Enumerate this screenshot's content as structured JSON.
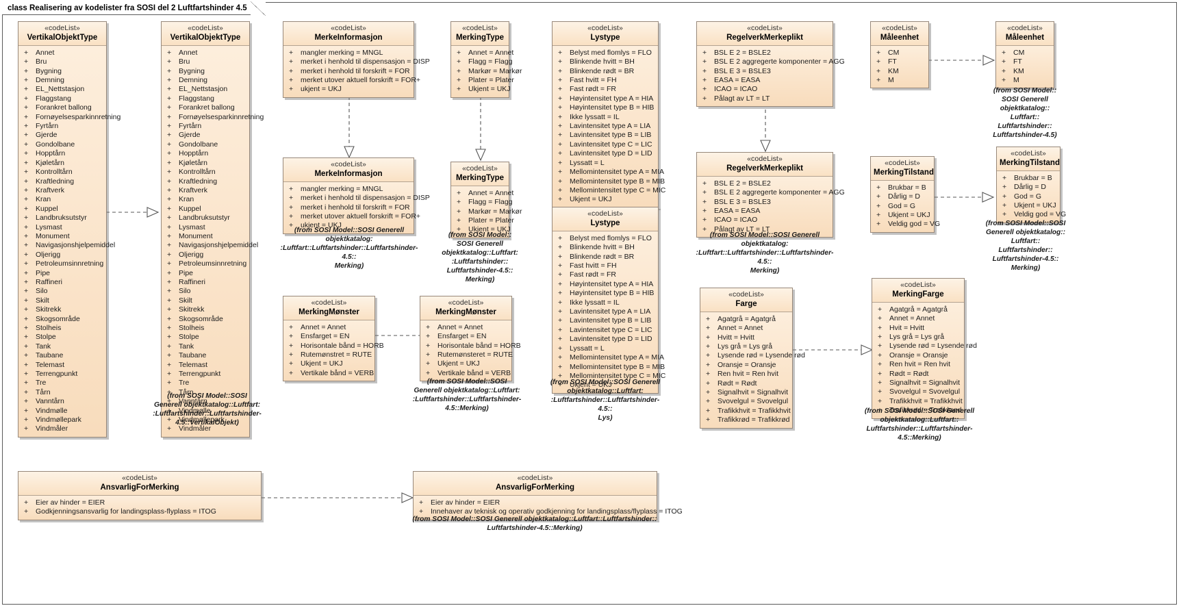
{
  "diagram": {
    "frame_label": "class Realisering av kodelister fra SOSI del 2 Luftfartshinder 4.5",
    "stereotype": "«codeList»",
    "colors": {
      "fill": "#fbe4c8",
      "header": "#fae1c4",
      "border": "#97887a",
      "connector": "#555555"
    }
  },
  "classes": {
    "vertikalobjekttype_left": {
      "stereotype": "«codeList»",
      "name": "VertikalObjektType",
      "attrs": [
        "Annet",
        "Bru",
        "Bygning",
        "Demning",
        "EL_Nettstasjon",
        "Flaggstang",
        "Forankret ballong",
        "Fornøyelsesparkinnretning",
        "Fyrtårn",
        "Gjerde",
        "Gondolbane",
        "Hopptårn",
        "Kjøletårn",
        "Kontrolltårn",
        "Kraftledning",
        "Kraftverk",
        "Kran",
        "Kuppel",
        "Landbruksutstyr",
        "Lysmast",
        "Monument",
        "Navigasjonshjelpemiddel",
        "Oljerigg",
        "Petroleumsinnretning",
        "Pipe",
        "Raffineri",
        "Silo",
        "Skilt",
        "Skitrekk",
        "Skogsområde",
        "Stolheis",
        "Stolpe",
        "Tank",
        "Taubane",
        "Telemast",
        "Terrengpunkt",
        "Tre",
        "Tårn",
        "Vanntårn",
        "Vindmølle",
        "Vindmøllepark",
        "Vindmåler"
      ]
    },
    "vertikalobjekttype_right": {
      "stereotype": "«codeList»",
      "name": "VertikalObjektType",
      "attrs": [
        "Annet",
        "Bru",
        "Bygning",
        "Demning",
        "EL_Nettstasjon",
        "Flaggstang",
        "Forankret ballong",
        "Fornøyelsesparkinnretning",
        "Fyrtårn",
        "Gjerde",
        "Gondolbane",
        "Hopptårn",
        "Kjøletårn",
        "Kontrolltårn",
        "Kraftledning",
        "Kraftverk",
        "Kran",
        "Kuppel",
        "Landbruksutstyr",
        "Lysmast",
        "Monument",
        "Navigasjonshjelpemiddel",
        "Oljerigg",
        "Petroleumsinnretning",
        "Pipe",
        "Raffineri",
        "Silo",
        "Skilt",
        "Skitrekk",
        "Skogsområde",
        "Stolheis",
        "Stolpe",
        "Tank",
        "Taubane",
        "Telemast",
        "Terrengpunkt",
        "Tre",
        "Tårn",
        "Vanntårn",
        "Vindmølle",
        "Vindmøllepark",
        "Vindmåler"
      ],
      "note": "(from SOSI Model::SOSI\nGenerell objektkatalog::Luftfart:\n:Luftfartshinder::Luftfartshinder-\n4.5::VertikalObjekt)"
    },
    "merkeinformasjon_top": {
      "stereotype": "«codeList»",
      "name": "MerkeInformasjon",
      "attrs": [
        "mangler merking = MNGL",
        "merket i henhold til dispensasjon = DISP",
        "merket i henhold til forskrift = FOR",
        "merket utover aktuell forskrift = FOR+",
        "ukjent = UKJ"
      ]
    },
    "merkeinformasjon_bottom": {
      "stereotype": "«codeList»",
      "name": "MerkeInformasjon",
      "attrs": [
        "mangler merking = MNGL",
        "merket i henhold til dispensasjon = DISP",
        "merket i henhold til forskrift = FOR",
        "merket utover aktuell forskrift = FOR+",
        "ukjent = UKJ"
      ],
      "note": "(from SOSI Model::SOSI Generell objektkatalog:\n:Luftfart::Luftfartshinder::Luftfartshinder-4.5::\nMerking)"
    },
    "merkingtype_top": {
      "stereotype": "«codeList»",
      "name": "MerkingType",
      "attrs": [
        "Annet = Annet",
        "Flagg = Flagg",
        "Markør = Markør",
        "Plater = Plater",
        "Ukjent = UKJ"
      ]
    },
    "merkingtype_bottom": {
      "stereotype": "«codeList»",
      "name": "MerkingType",
      "attrs": [
        "Annet = Annet",
        "Flagg = Flagg",
        "Markør = Markør",
        "Plater = Plater",
        "Ukjent = UKJ"
      ],
      "note": "(from SOSI Model::\nSOSI Generell\nobjektkatalog::Luftfart:\n:Luftfartshinder::\nLuftfartshinder-4.5::\nMerking)"
    },
    "lystype_top": {
      "stereotype": "«codeList»",
      "name": "Lystype",
      "attrs": [
        "Belyst med flomlys = FLO",
        "Blinkende hvitt = BH",
        "Blinkende rødt = BR",
        "Fast hvitt = FH",
        "Fast rødt = FR",
        "Høyintensitet type A = HIA",
        "Høyintensitet type B = HIB",
        "Ikke lyssatt = IL",
        "Lavintensitet type A = LIA",
        "Lavintensitet type B = LIB",
        "Lavintensitet type C = LIC",
        "Lavintensitet type D = LID",
        "Lyssatt = L",
        "Mellomintensitet type A = MIA",
        "Mellomintensitet type B = MIB",
        "Mellomintensitet type C = MIC",
        "Ukjent = UKJ"
      ]
    },
    "lystype_bottom": {
      "stereotype": "«codeList»",
      "name": "Lystype",
      "attrs": [
        "Belyst med flomlys = FLO",
        "Blinkende hvitt = BH",
        "Blinkende rødt = BR",
        "Fast hvitt = FH",
        "Fast rødt = FR",
        "Høyintensitet type A = HIA",
        "Høyintensitet type B = HIB",
        "Ikke lyssatt = IL",
        "Lavintensitet type A = LIA",
        "Lavintensitet type B = LIB",
        "Lavintensitet type C = LIC",
        "Lavintensitet type D = LID",
        "Lyssatt = L",
        "Mellomintensitet type A = MIA",
        "Mellomintensitet type B = MIB",
        "Mellomintensitet type C = MIC",
        "Ukjent = UKJ"
      ],
      "note": "(from SOSI Model::SOSI Generell\nobjektkatalog::Luftfart:\n:Luftfartshinder::Luftfartshinder-4.5::\nLys)"
    },
    "regelverkmerkeplikt_top": {
      "stereotype": "«codeList»",
      "name": "RegelverkMerkeplikt",
      "attrs": [
        "BSL E 2 = BSLE2",
        "BSL E 2 aggregerte komponenter = AGG",
        "BSL E 3 = BSLE3",
        "EASA = EASA",
        "ICAO = ICAO",
        "Pålagt av LT = LT"
      ]
    },
    "regelverkmerkeplikt_bottom": {
      "stereotype": "«codeList»",
      "name": "RegelverkMerkeplikt",
      "attrs": [
        "BSL E 2 = BSLE2",
        "BSL E 2 aggregerte komponenter = AGG",
        "BSL E 3 = BSLE3",
        "EASA = EASA",
        "ICAO = ICAO",
        "Pålagt av LT = LT"
      ],
      "note": "(from SOSI Model::SOSI Generell objektkatalog:\n:Luftfart::Luftfartshinder::Luftfartshinder-4.5::\nMerking)"
    },
    "maleenhet_left": {
      "stereotype": "«codeList»",
      "name": "Måleenhet",
      "attrs": [
        "CM",
        "FT",
        "KM",
        "M"
      ]
    },
    "maleenhet_right": {
      "stereotype": "«codeList»",
      "name": "Måleenhet",
      "attrs": [
        "CM",
        "FT",
        "KM",
        "M"
      ],
      "note": "(from SOSI Model::\nSOSI Generell\nobjektkatalog::\nLuftfart::\nLuftfartshinder::\nLuftfartshinder-4.5)"
    },
    "merkingtilstand_left": {
      "stereotype": "«codeList»",
      "name": "MerkingTilstand",
      "attrs": [
        "Brukbar = B",
        "Dårlig = D",
        "God = G",
        "Ukjent = UKJ",
        "Veldig god = VG"
      ]
    },
    "merkingtilstand_right": {
      "stereotype": "«codeList»",
      "name": "MerkingTilstand",
      "attrs": [
        "Brukbar = B",
        "Dårlig = D",
        "God = G",
        "Ukjent = UKJ",
        "Veldig god = VG"
      ],
      "note": "(from SOSI Model::SOSI\nGenerell objektkatalog::\nLuftfart::\nLuftfartshinder::\nLuftfartshinder-4.5::\nMerking)"
    },
    "merkingmonster_left": {
      "stereotype": "«codeList»",
      "name": "MerkingMønster",
      "attrs": [
        "Annet = Annet",
        "Ensfarget = EN",
        "Horisontale bånd = HORB",
        "Rutemønstret = RUTE",
        "Ukjent = UKJ",
        "Vertikale bånd = VERB"
      ]
    },
    "merkingmonster_right": {
      "stereotype": "«codeList»",
      "name": "MerkingMønster",
      "attrs": [
        "Annet = Annet",
        "Ensfarget = EN",
        "Horisontale bånd = HORB",
        "Rutemønsteret = RUTE",
        "Ukjent = UKJ",
        "Vertikale bånd = VERB"
      ],
      "note": "(from SOSI Model::SOSI\nGenerell objektkatalog::Luftfart:\n:Luftfartshinder::Luftfartshinder-\n4.5::Merking)"
    },
    "farge": {
      "stereotype": "«codeList»",
      "name": "Farge",
      "attrs": [
        "Agatgrå = Agatgrå",
        "Annet = Annet",
        "Hvitt = Hvitt",
        "Lys grå = Lys grå",
        "Lysende rød = Lysende rød",
        "Oransje = Oransje",
        "Ren hvit = Ren hvit",
        "Rødt = Rødt",
        "Signalhvit = Signalhvit",
        "Svovelgul = Svovelgul",
        "Trafikkhvit = Trafikkhvit",
        "Trafikkrød = Trafikkrød"
      ]
    },
    "merkingfarge": {
      "stereotype": "«codeList»",
      "name": "MerkingFarge",
      "attrs": [
        "Agatgrå = Agatgrå",
        "Annet = Annet",
        "Hvit = Hvitt",
        "Lys grå = Lys grå",
        "Lysende rød = Lysende rød",
        "Oransje = Oransje",
        "Ren hvit = Ren hvit",
        "Rødt = Rødt",
        "Signalhvit = Signalhvit",
        "Svovelgul = Svovelgul",
        "Trafikkhvit = Trafikkhvit",
        "Trafikkrød = Trafikkrød"
      ],
      "note": "(from SOSI Model::SOSI Generell\nobjektkatalog::Luftfart::\nLuftfartshinder::Luftfartshinder-\n4.5::Merking)"
    },
    "ansvarligformerking_left": {
      "stereotype": "«codeList»",
      "name": "AnsvarligForMerking",
      "attrs": [
        "Eier av hinder = EIER",
        "Godkjenningsansvarlig for landingsplass-flyplass = ITOG"
      ]
    },
    "ansvarligformerking_right": {
      "stereotype": "«codeList»",
      "name": "AnsvarligForMerking",
      "attrs": [
        "Eier av hinder = EIER",
        "Innehaver av teknisk og operativ godkjenning for landingsplass/flyplass = ITOG"
      ],
      "note": "(from SOSI Model::SOSI Generell objektkatalog::Luftfart::Luftfartshinder::\nLuftfartshinder-4.5::Merking)"
    }
  }
}
